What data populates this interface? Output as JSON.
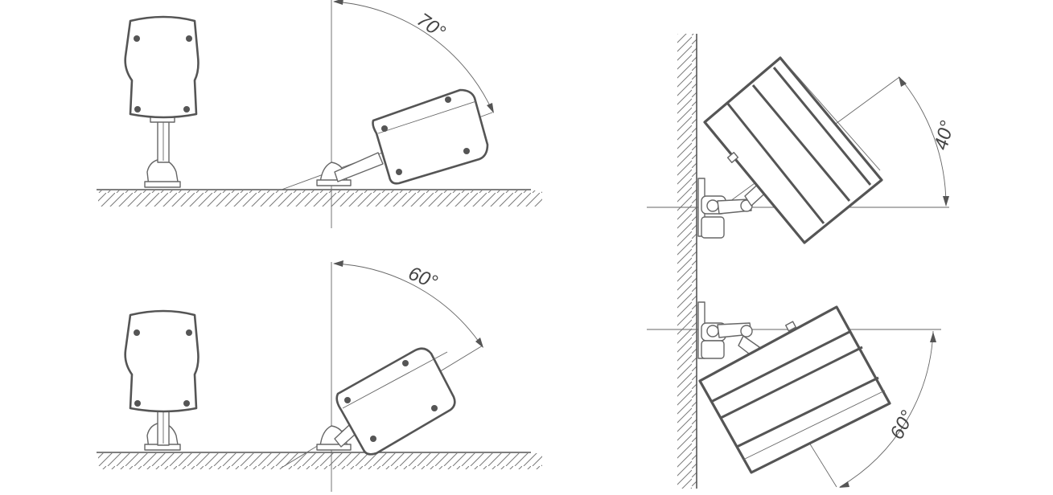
{
  "figures": [
    {
      "id": "floor-tilt-up",
      "angle_label": "70°",
      "tilt_degrees": 70
    },
    {
      "id": "floor-tilt-down",
      "angle_label": "60°",
      "tilt_degrees": 60
    },
    {
      "id": "wall-tilt-up",
      "angle_label": "40°",
      "tilt_degrees": 40
    },
    {
      "id": "wall-tilt-down",
      "angle_label": "60°",
      "tilt_degrees": 60
    }
  ]
}
